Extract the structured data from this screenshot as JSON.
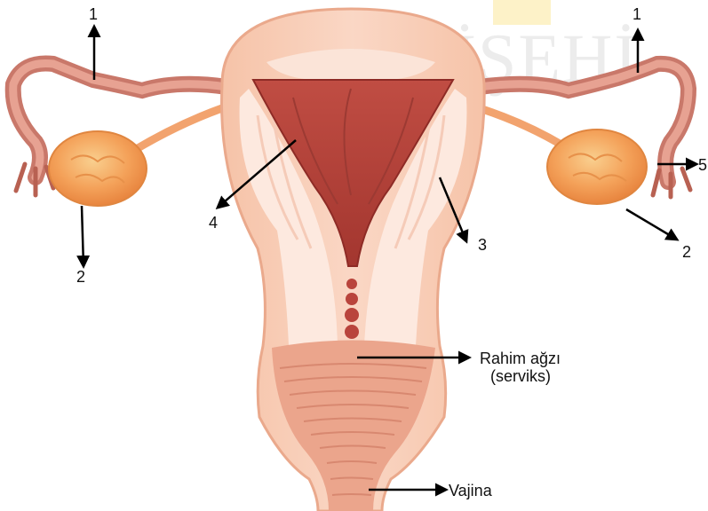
{
  "watermark": "İŞEHİ",
  "colors": {
    "skin_outer": "#f7c9b1",
    "skin_mid": "#f3b59a",
    "tissue_light": "#fde9df",
    "tissue_pale": "#fbe0d2",
    "cavity": "#b9443c",
    "cavity_dark": "#8e2b26",
    "tube": "#d9897a",
    "tube_dark": "#a9544c",
    "ovary": "#f4a25a",
    "ovary_light": "#f8c37f",
    "ligament": "#f2a36e",
    "cervix_band": "#e79d84",
    "arrow": "#000000",
    "watermark_accent": "#fdf2c8"
  },
  "labels": {
    "n1_left": "1",
    "n1_right": "1",
    "n2_left": "2",
    "n2_right": "2",
    "n3": "3",
    "n4": "4",
    "n5": "5",
    "cervix_line1": "Rahim ağzı",
    "cervix_line2": "(serviks)",
    "vagina": "Vajina"
  }
}
